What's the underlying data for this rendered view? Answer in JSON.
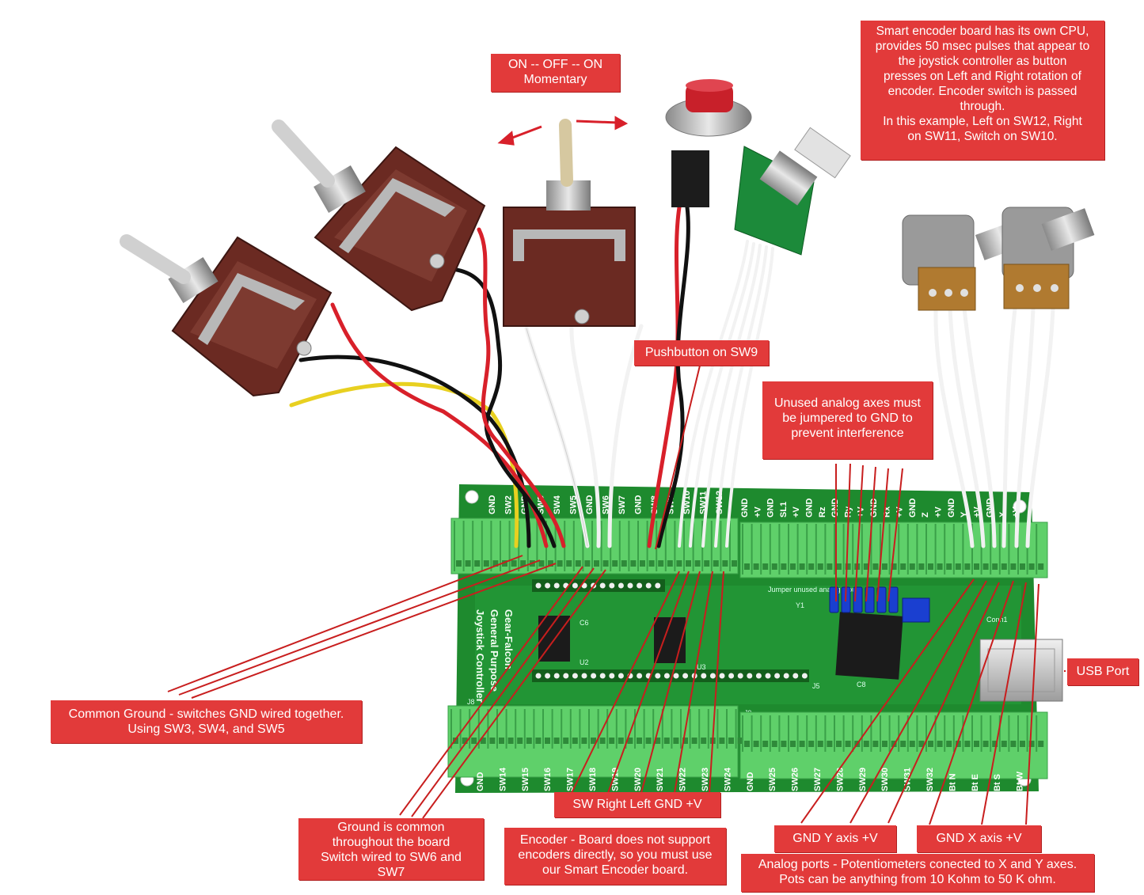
{
  "callouts": {
    "on_off_on": {
      "line1": "ON  --  OFF  --  ON",
      "line2": "Momentary"
    },
    "smart_encoder": {
      "lines": [
        "Smart encoder board has its own CPU,",
        "provides 50 msec pulses that appear to",
        "the joystick controller as button",
        "presses on Left and Right rotation of",
        "encoder. Encoder switch is passed",
        "through.",
        "In this example, Left on SW12, Right",
        "on SW11, Switch on SW10."
      ]
    },
    "pushbutton": "Pushbutton on SW9",
    "unused_axes": {
      "lines": [
        "Unused analog axes must",
        "be jumpered to GND to",
        "prevent interference"
      ]
    },
    "common_ground": {
      "lines": [
        "Common Ground - switches GND wired together.",
        "Using SW3, SW4, and SW5"
      ]
    },
    "ground_common": {
      "lines": [
        "Ground is common",
        "throughout the board",
        "Switch wired to SW6 and",
        "SW7"
      ]
    },
    "sw_pins": "SW  Right  Left  GND  +V",
    "encoder_note": {
      "lines": [
        "Encoder - Board does not support",
        "encoders directly, so you must use",
        "our Smart Encoder board."
      ]
    },
    "y_axis": "GND  Y axis   +V",
    "x_axis": "GND    X axis   +V",
    "analog_ports": {
      "lines": [
        "Analog ports - Potentiometers conected to X and Y axes.",
        "Pots can be anything from 10 Kohm to 50 K ohm."
      ]
    },
    "usb_port": "USB Port"
  },
  "board": {
    "title_lines": [
      "Gear-Falcon",
      "General Purpose",
      "Joystick Controller V2"
    ],
    "top_labels_left": [
      "GND",
      "SW2",
      "GND",
      "SW3",
      "SW4",
      "SW5",
      "GND",
      "SW6",
      "SW7",
      "GND",
      "SW8",
      "SW9",
      "SW10",
      "SW11",
      "SW12"
    ],
    "top_labels_right": [
      "GND",
      "+V",
      "GND",
      "SL1",
      "+V",
      "GND",
      "Rz",
      "GND",
      "Ry",
      "+V",
      "GND",
      "Rx",
      "+V",
      "GND",
      "Z",
      "+V",
      "GND",
      "Y",
      "+V",
      "GND",
      "X",
      "+V"
    ],
    "bottom_labels": [
      "GND",
      "SW14",
      "SW15",
      "SW16",
      "SW17",
      "SW18",
      "SW19",
      "SW20",
      "SW21",
      "SW22",
      "SW23",
      "SW24",
      "GND",
      "SW25",
      "SW26",
      "SW27",
      "SW28",
      "SW29",
      "SW30",
      "SW31",
      "SW32",
      "Bt N",
      "Bt E",
      "Bt S",
      "Bt W"
    ],
    "silk": {
      "u2": "U2",
      "u3": "U3",
      "c6": "C6",
      "j8": "J8",
      "j9": "J9",
      "j5": "J5",
      "c8": "C8",
      "y1": "Y1",
      "jumper_note": "Jumper unused analog inputs",
      "conn1": "Conn1"
    }
  },
  "colors": {
    "callout_bg": "#e23a3a",
    "pcb": "#1e8a2e",
    "pcb_light": "#2fb040",
    "terminal": "#5fd06a",
    "pointer": "#c81e1e",
    "wire_red": "#d8202a",
    "wire_black": "#111111",
    "wire_yellow": "#e8d020",
    "wire_white": "#f2f2f2",
    "switch_body": "#6b2a22",
    "jumper": "#1a3fd0"
  },
  "icons": [
    "toggle-switch-icon",
    "pushbutton-icon",
    "encoder-icon",
    "potentiometer-icon",
    "usb-connector-icon",
    "chip-icon"
  ]
}
